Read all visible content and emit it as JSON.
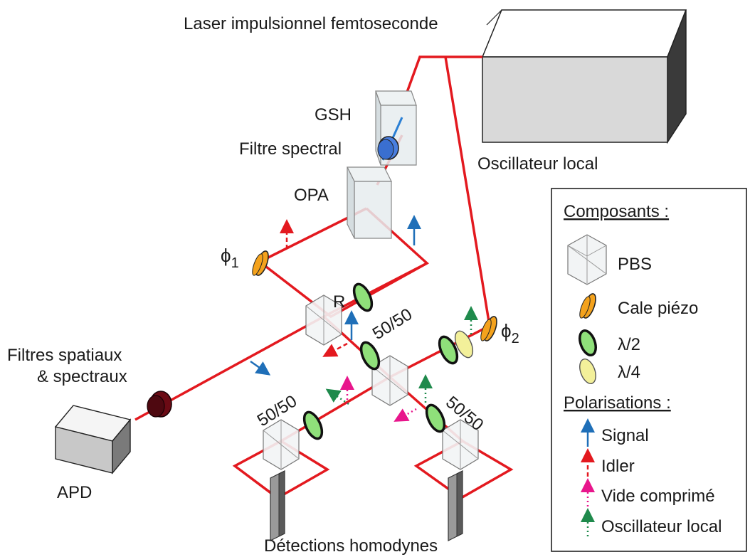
{
  "labels": {
    "laser": "Laser impulsionnel femtoseconde",
    "gsh": "GSH",
    "filtre_spectral": "Filtre spectral",
    "opa": "OPA",
    "oscillateur_local": "Oscillateur local",
    "phi1_symbol": "ϕ",
    "phi1_sub": "1",
    "phi2_symbol": "ϕ",
    "phi2_sub": "2",
    "r": "R",
    "bs_center": "50/50",
    "bs_left": "50/50",
    "bs_right": "50/50",
    "filtres_line1": "Filtres spatiaux",
    "filtres_line2": "& spectraux",
    "apd": "APD",
    "detections": "Détections homodynes"
  },
  "legend": {
    "components_title": "Composants :",
    "pbs": "PBS",
    "cale": "Cale piézo",
    "half_wave": "λ/2",
    "quarter_wave": "λ/4",
    "polarisations_title": "Polarisations :",
    "signal": "Signal",
    "idler": "Idler",
    "vide": "Vide comprimé",
    "osc": "Oscillateur local"
  },
  "colors": {
    "beam": "#e3191f",
    "signal_arrow": "#1f6fb8",
    "idler_arrow": "#e3191f",
    "vide_arrow": "#e8168c",
    "osc_arrow": "#1f8a4c",
    "half_wave_fill": "#8fe07a",
    "quarter_wave_fill": "#f3f09a",
    "piezo_fill": "#f4a21c",
    "filter_fill": "#6b0a14",
    "spectral_filter_fill": "#4a7fe0"
  }
}
